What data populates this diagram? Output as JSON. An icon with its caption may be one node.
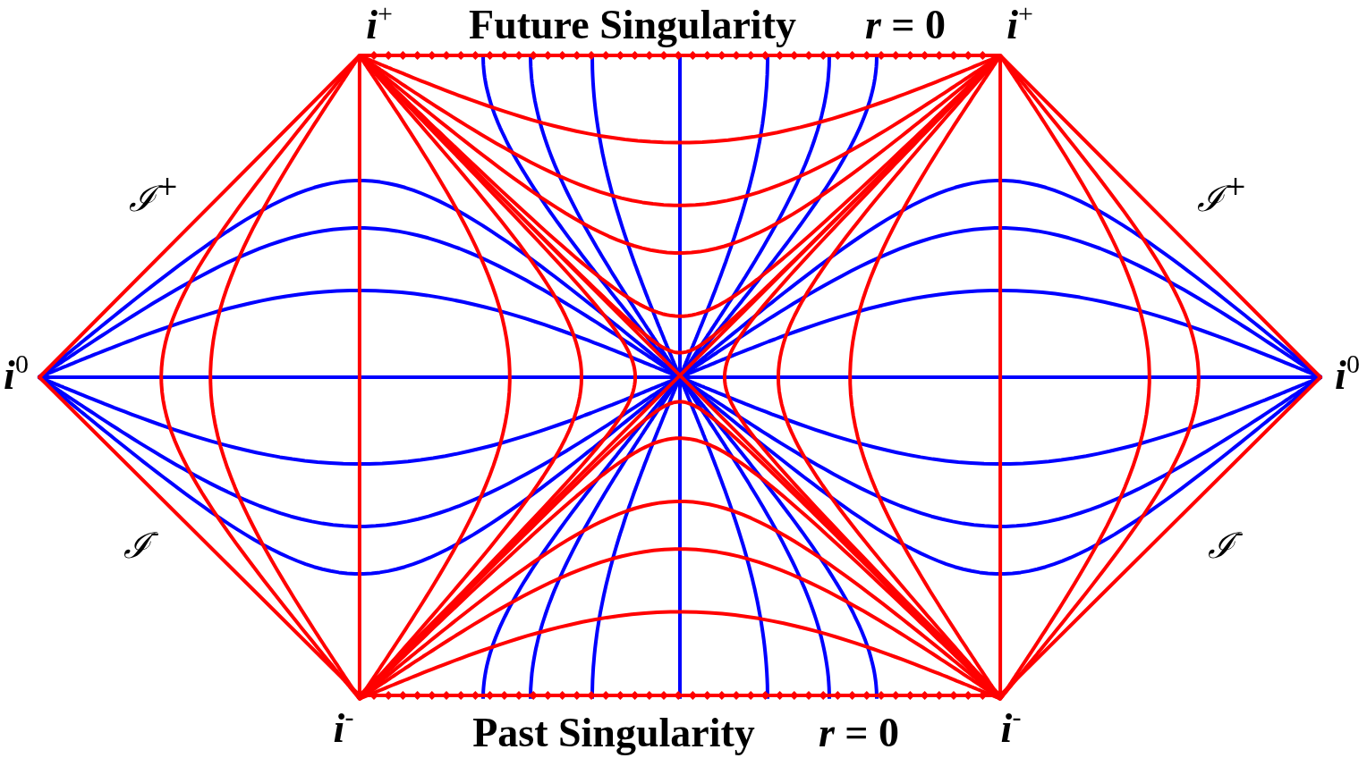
{
  "diagram": {
    "labels": [
      "*i*$^{+}$",
      "Future Singularity",
      "*r* = 0",
      "*i*$^{+}$",
      "ℐ$^{+}$",
      "ℐ$^{+}$",
      "*i*$^{0}$",
      "*i*$^{0}$",
      "ℐ$^{-}$",
      "ℐ$^{-}$",
      "*i*$^{-}$",
      "Past Singularity",
      "*r* = 0",
      "*i*$^{-}$"
    ]
  }
}
